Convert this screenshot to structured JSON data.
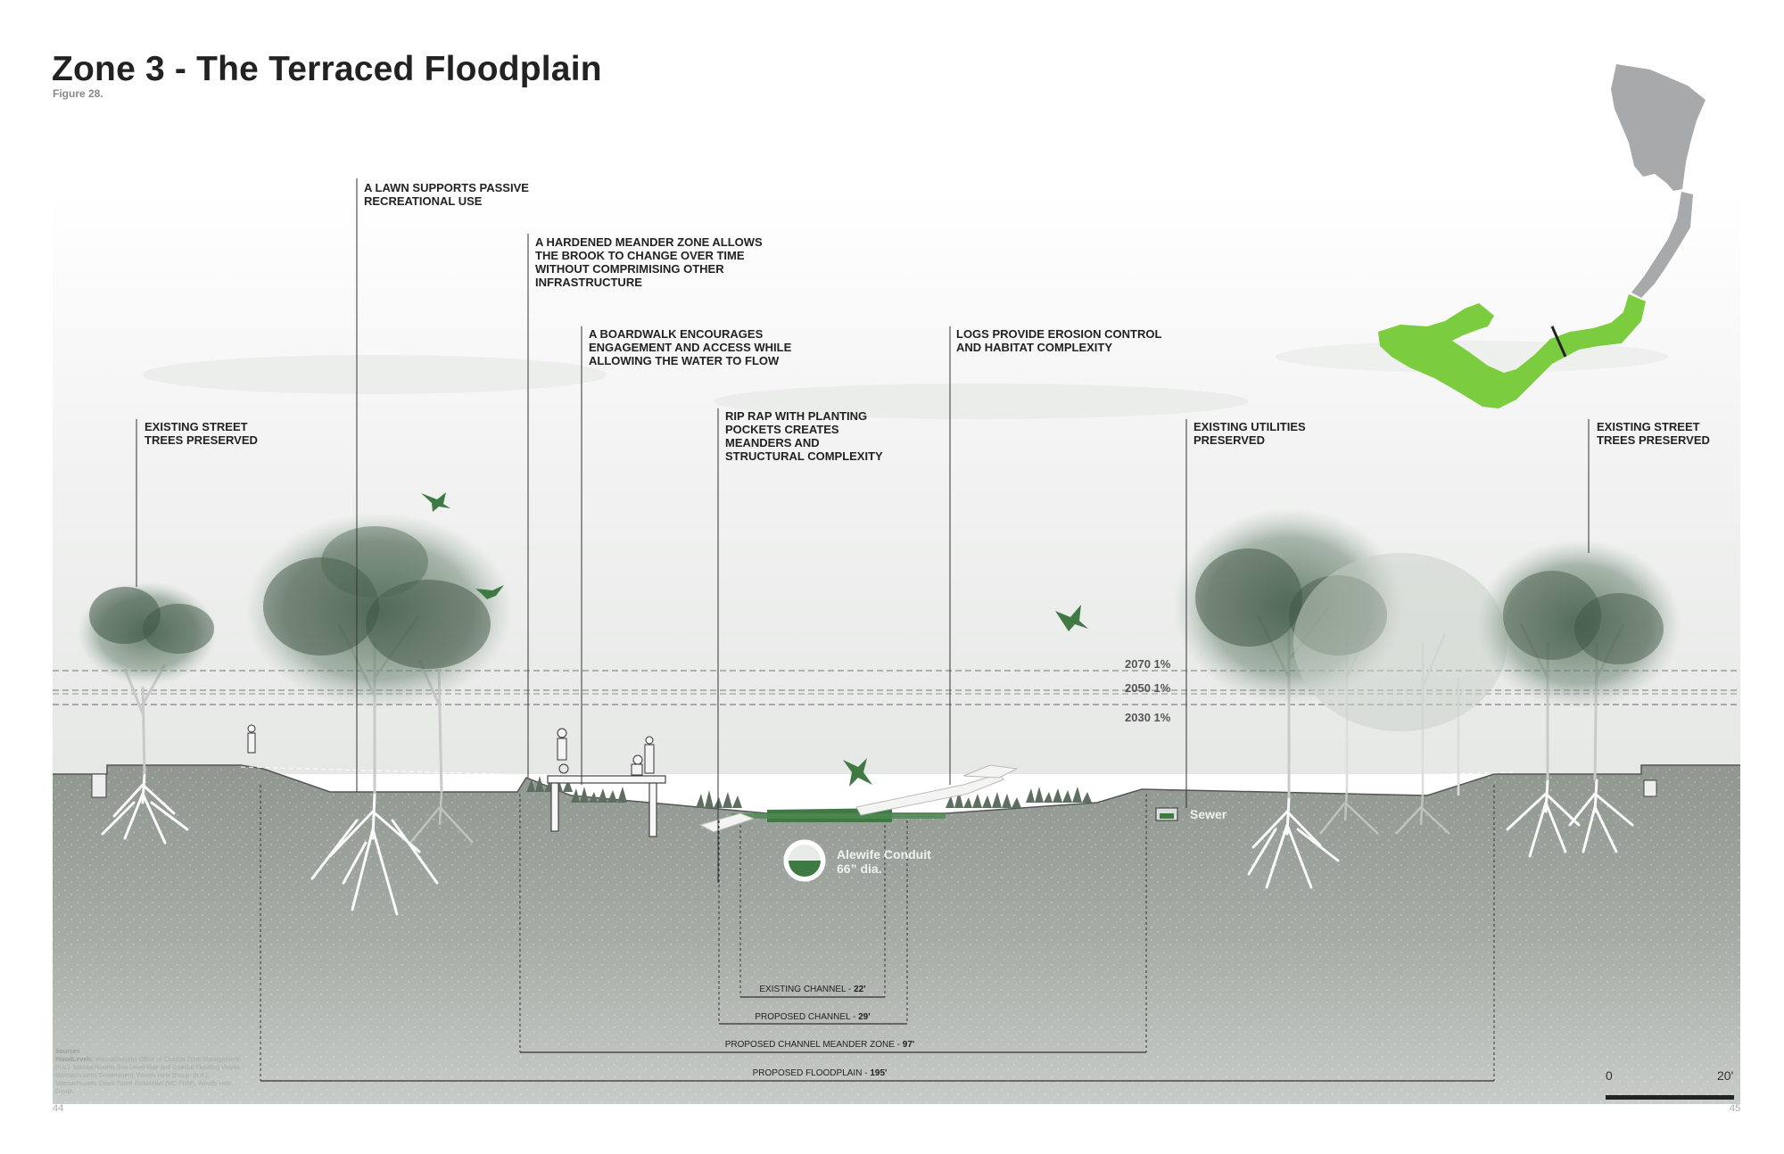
{
  "title": "Zone 3 - The Terraced Floodplain",
  "figure": "Figure 28.",
  "annotations": {
    "street_trees_left": "EXISTING STREET\nTREES PRESERVED",
    "lawn": "A LAWN SUPPORTS PASSIVE\nRECREATIONAL USE",
    "meander_zone": "A HARDENED MEANDER ZONE ALLOWS\nTHE BROOK TO CHANGE OVER TIME\nWITHOUT COMPRIMISING OTHER\nINFRASTRUCTURE",
    "boardwalk": "A BOARDWALK ENCOURAGES\nENGAGEMENT AND ACCESS WHILE\nALLOWING THE WATER TO FLOW",
    "rip_rap": "RIP RAP WITH PLANTING\nPOCKETS CREATES\nMEANDERS AND\nSTRUCTURAL COMPLEXITY",
    "logs": "LOGS PROVIDE EROSION CONTROL\nAND HABITAT COMPLEXITY",
    "utilities": "EXISTING UTILITIES\nPRESERVED",
    "street_trees_right": "EXISTING STREET\nTREES PRESERVED"
  },
  "flood_levels": [
    "2070 1%",
    "2050 1%",
    "2030 1%"
  ],
  "underground": {
    "sewer": "Sewer",
    "conduit": "Alewife Conduit\n66” dia."
  },
  "dimensions": {
    "existing_channel": {
      "label": "EXISTING CHANNEL - ",
      "value": "22'"
    },
    "proposed_channel": {
      "label": "PROPOSED CHANNEL - ",
      "value": "29'"
    },
    "meander_zone": {
      "label": "PROPOSED CHANNEL MEANDER ZONE - ",
      "value": "97'"
    },
    "floodplain": {
      "label": "PROPOSED FLOODPLAIN - ",
      "value": "195'"
    }
  },
  "scale_bar": {
    "start": "0",
    "end": "20'"
  },
  "sources": {
    "heading": "Sources",
    "lead": "FloodLevels:",
    "text": " Massachusetts Office of Coastal Zone Management. (n.d.). Massachusetts Sea Level Rise and Coastal Flooding Viewer. Massachusetts Government. Woods Hole Group. (n.d.). Massachusetts Coast Flood RiskModel (MC-FRM). Woods Hole Group."
  },
  "page_numbers": {
    "left": "44",
    "right": "45"
  },
  "colors": {
    "accent_green": "#7ccc3f",
    "water_green": "#3f7a45",
    "soil_gray": "#9fa59f",
    "key_map_gray": "#a8a9ab"
  }
}
